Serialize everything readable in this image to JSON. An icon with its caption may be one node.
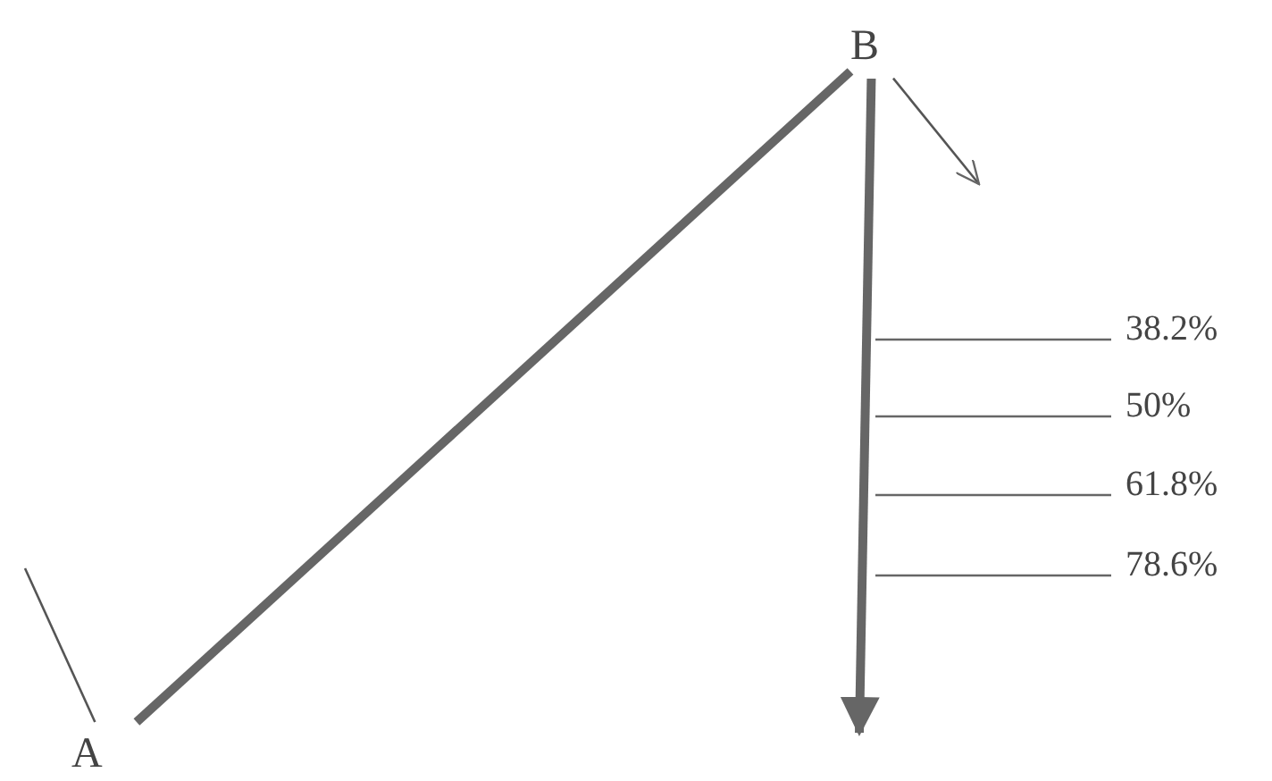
{
  "diagram": {
    "nodes": [
      {
        "text": [
          "A"
        ]
      },
      {
        "text": [
          "B"
        ]
      }
    ],
    "edges": [
      {
        "from": null,
        "to": 0,
        "arrow": "none"
      },
      {
        "from": 0,
        "to": 1,
        "arrow": "none",
        "style": "thick"
      },
      {
        "from": 1,
        "to": null,
        "arrow": "to",
        "style": "thick"
      },
      {
        "from": 1,
        "to": null,
        "arrow": "to"
      }
    ],
    "labels": [
      "38.2%",
      "50%",
      "61.8%",
      "78.6%"
    ]
  }
}
